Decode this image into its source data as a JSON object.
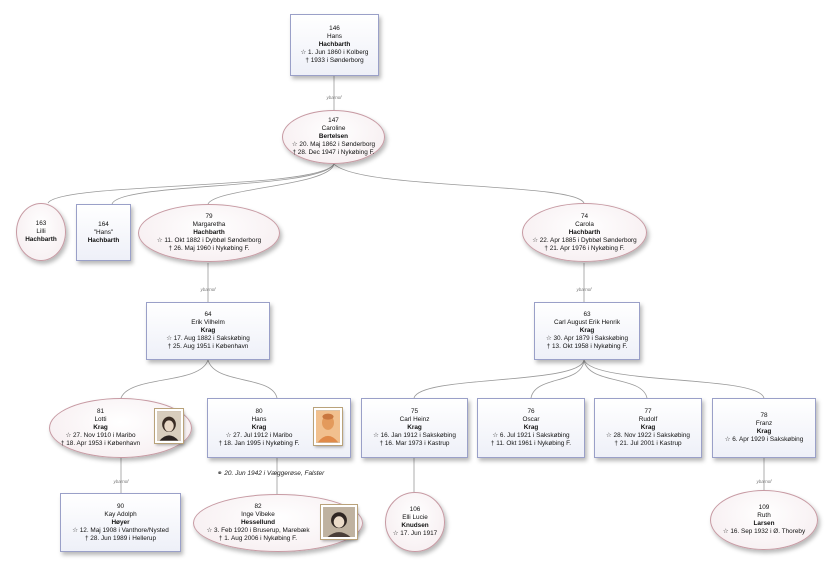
{
  "relation_label": "ybarnof",
  "people": {
    "p146": {
      "id": "146",
      "given": "Hans",
      "surname": "Hachbarth",
      "l1": "☆ 1. Jun 1860 i  Kolberg",
      "l2": "† 1933 i  Sønderborg"
    },
    "p147": {
      "id": "147",
      "given": "Caroline",
      "surname": "Bertelsen",
      "l1": "☆ 20. Maj 1862 i  Sønderborg",
      "l2": "† 28. Dec 1947 i  Nykøbing F."
    },
    "p163": {
      "id": "163",
      "given": "Lilli",
      "surname": "Hachbarth"
    },
    "p164": {
      "id": "164",
      "given": "\"Hans\"",
      "surname": "Hachbarth"
    },
    "p79": {
      "id": "79",
      "given": "Margaretha",
      "surname": "Hachbarth",
      "l1": "☆ 11. Okt 1882 i  Dybbøl Sønderborg",
      "l2": "† 26. Maj 1960 i  Nykøbing F."
    },
    "p74": {
      "id": "74",
      "given": "Carola",
      "surname": "Hachbarth",
      "l1": "☆ 22. Apr 1885 i  Dybbøl Sønderborg",
      "l2": "† 21. Apr 1976 i  Nykøbing F."
    },
    "p64": {
      "id": "64",
      "given": "Erik Vilhelm",
      "surname": "Krag",
      "l1": "☆ 17. Aug 1882 i  Sakskøbing",
      "l2": "† 25. Aug 1951 i  København"
    },
    "p63": {
      "id": "63",
      "given": "Carl August Erik Henrik",
      "surname": "Krag",
      "l1": "☆ 30. Apr 1879 i  Sakskøbing",
      "l2": "† 13. Okt 1958 i  Nykøbing F."
    },
    "p81": {
      "id": "81",
      "given": "Lotti",
      "surname": "Krag",
      "l1": "☆ 27. Nov 1910 i  Maribo",
      "l2": "† 18. Apr 1953 i  København"
    },
    "p80": {
      "id": "80",
      "given": "Hans",
      "surname": "Krag",
      "l1": "☆ 27. Jul 1912 i  Maribo",
      "l2": "† 18. Jan 1995 i  Nykøbing F."
    },
    "p75": {
      "id": "75",
      "given": "Carl Heinz",
      "surname": "Krag",
      "l1": "☆ 16. Jan 1912 i  Sakskøbing",
      "l2": "† 16. Mar 1973 i  Kastrup"
    },
    "p76": {
      "id": "76",
      "given": "Oscar",
      "surname": "Krag",
      "l1": "☆ 6. Jul 1921 i  Sakskøbing",
      "l2": "† 11. Okt 1961 i  Nykøbing F."
    },
    "p77": {
      "id": "77",
      "given": "Rudolf",
      "surname": "Krag",
      "l1": "☆ 28. Nov 1922 i  Sakskøbing",
      "l2": "† 21. Jul 2001 i  Kastrup"
    },
    "p78": {
      "id": "78",
      "given": "Franz",
      "surname": "Krag",
      "l1": "☆ 6. Apr 1929 i  Sakskøbing"
    },
    "p90": {
      "id": "90",
      "given": "Kay Adolph",
      "surname": "Høyer",
      "l1": "☆ 12. Maj 1908 i  Vanthore/Nysted",
      "l2": "† 28. Jun 1989 i  Hellerup"
    },
    "p82": {
      "id": "82",
      "given": "Inge Vibeke",
      "surname": "Hessellund",
      "l1": "☆ 3. Feb 1920 i  Bruserup, Marebæk",
      "l2": "† 1. Aug 2006 i  Nykøbing F."
    },
    "p106": {
      "id": "106",
      "given": "Elli Lucie",
      "surname": "Knudsen",
      "l1": "☆ 17. Jun 1917"
    },
    "p109": {
      "id": "109",
      "given": "Ruth",
      "surname": "Larsen",
      "l1": "☆ 16. Sep 1932 i  Ø. Thoreby"
    }
  },
  "marriage": "⚭ 20. Jun 1942 i  Væggerøse, Falster"
}
